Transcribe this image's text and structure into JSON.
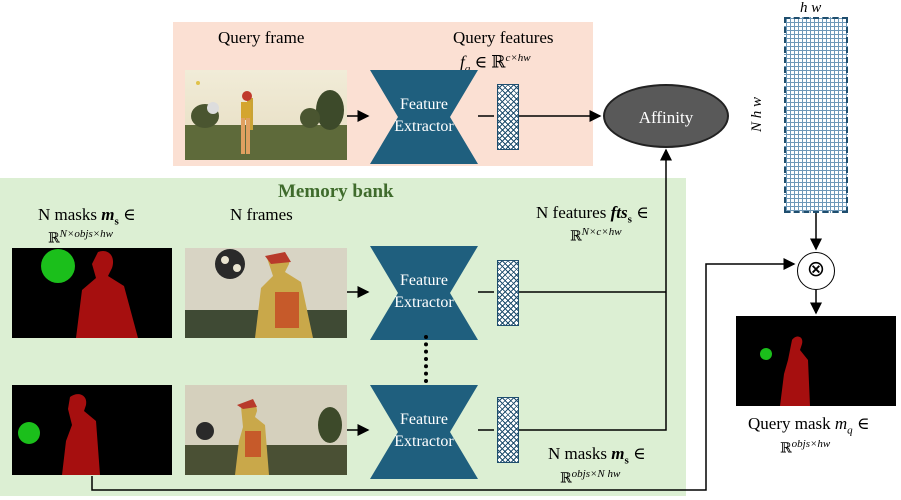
{
  "query": {
    "frame_label": "Query frame",
    "features_label": "Query features",
    "features_formula": "f",
    "features_sub": "q",
    "features_in": " ∈ ",
    "features_space": "ℝ",
    "features_sup": "c×hw"
  },
  "memory": {
    "title": "Memory bank",
    "masks_label": "N masks ",
    "masks_var": "m",
    "masks_sub": "s",
    "masks_in": " ∈",
    "masks_space": "ℝ",
    "masks_sup": "N×objs×hw",
    "frames_label": "N frames",
    "features_label": "N features ",
    "features_var": "fts",
    "features_sub": "s",
    "features_in": " ∈",
    "features_space": "ℝ",
    "features_sup": "N×c×hw",
    "masks2_label": "N masks ",
    "masks2_var": "m",
    "masks2_sub": "s",
    "masks2_in": " ∈",
    "masks2_space": "ℝ",
    "masks2_sup": "objs×N hw",
    "ellipsis": "⋮"
  },
  "extractor": {
    "line1": "Feature",
    "line2": "Extractor"
  },
  "affinity_label": "Affinity",
  "affinity_matrix": {
    "top_label": "h w",
    "side_label": "N h w"
  },
  "multiply_symbol": "⊗",
  "output": {
    "label": "Query mask ",
    "var": "m",
    "sub": "q",
    "in": " ∈",
    "space": "ℝ",
    "sup": "objs×hw"
  },
  "colors": {
    "query_panel": "#fbe0d3",
    "memory_panel": "#dcefd3",
    "extractor": "#1f5f7e",
    "affinity": "#595959",
    "mask_object": "#a60f0f",
    "mask_ball": "#1bbf1b"
  }
}
